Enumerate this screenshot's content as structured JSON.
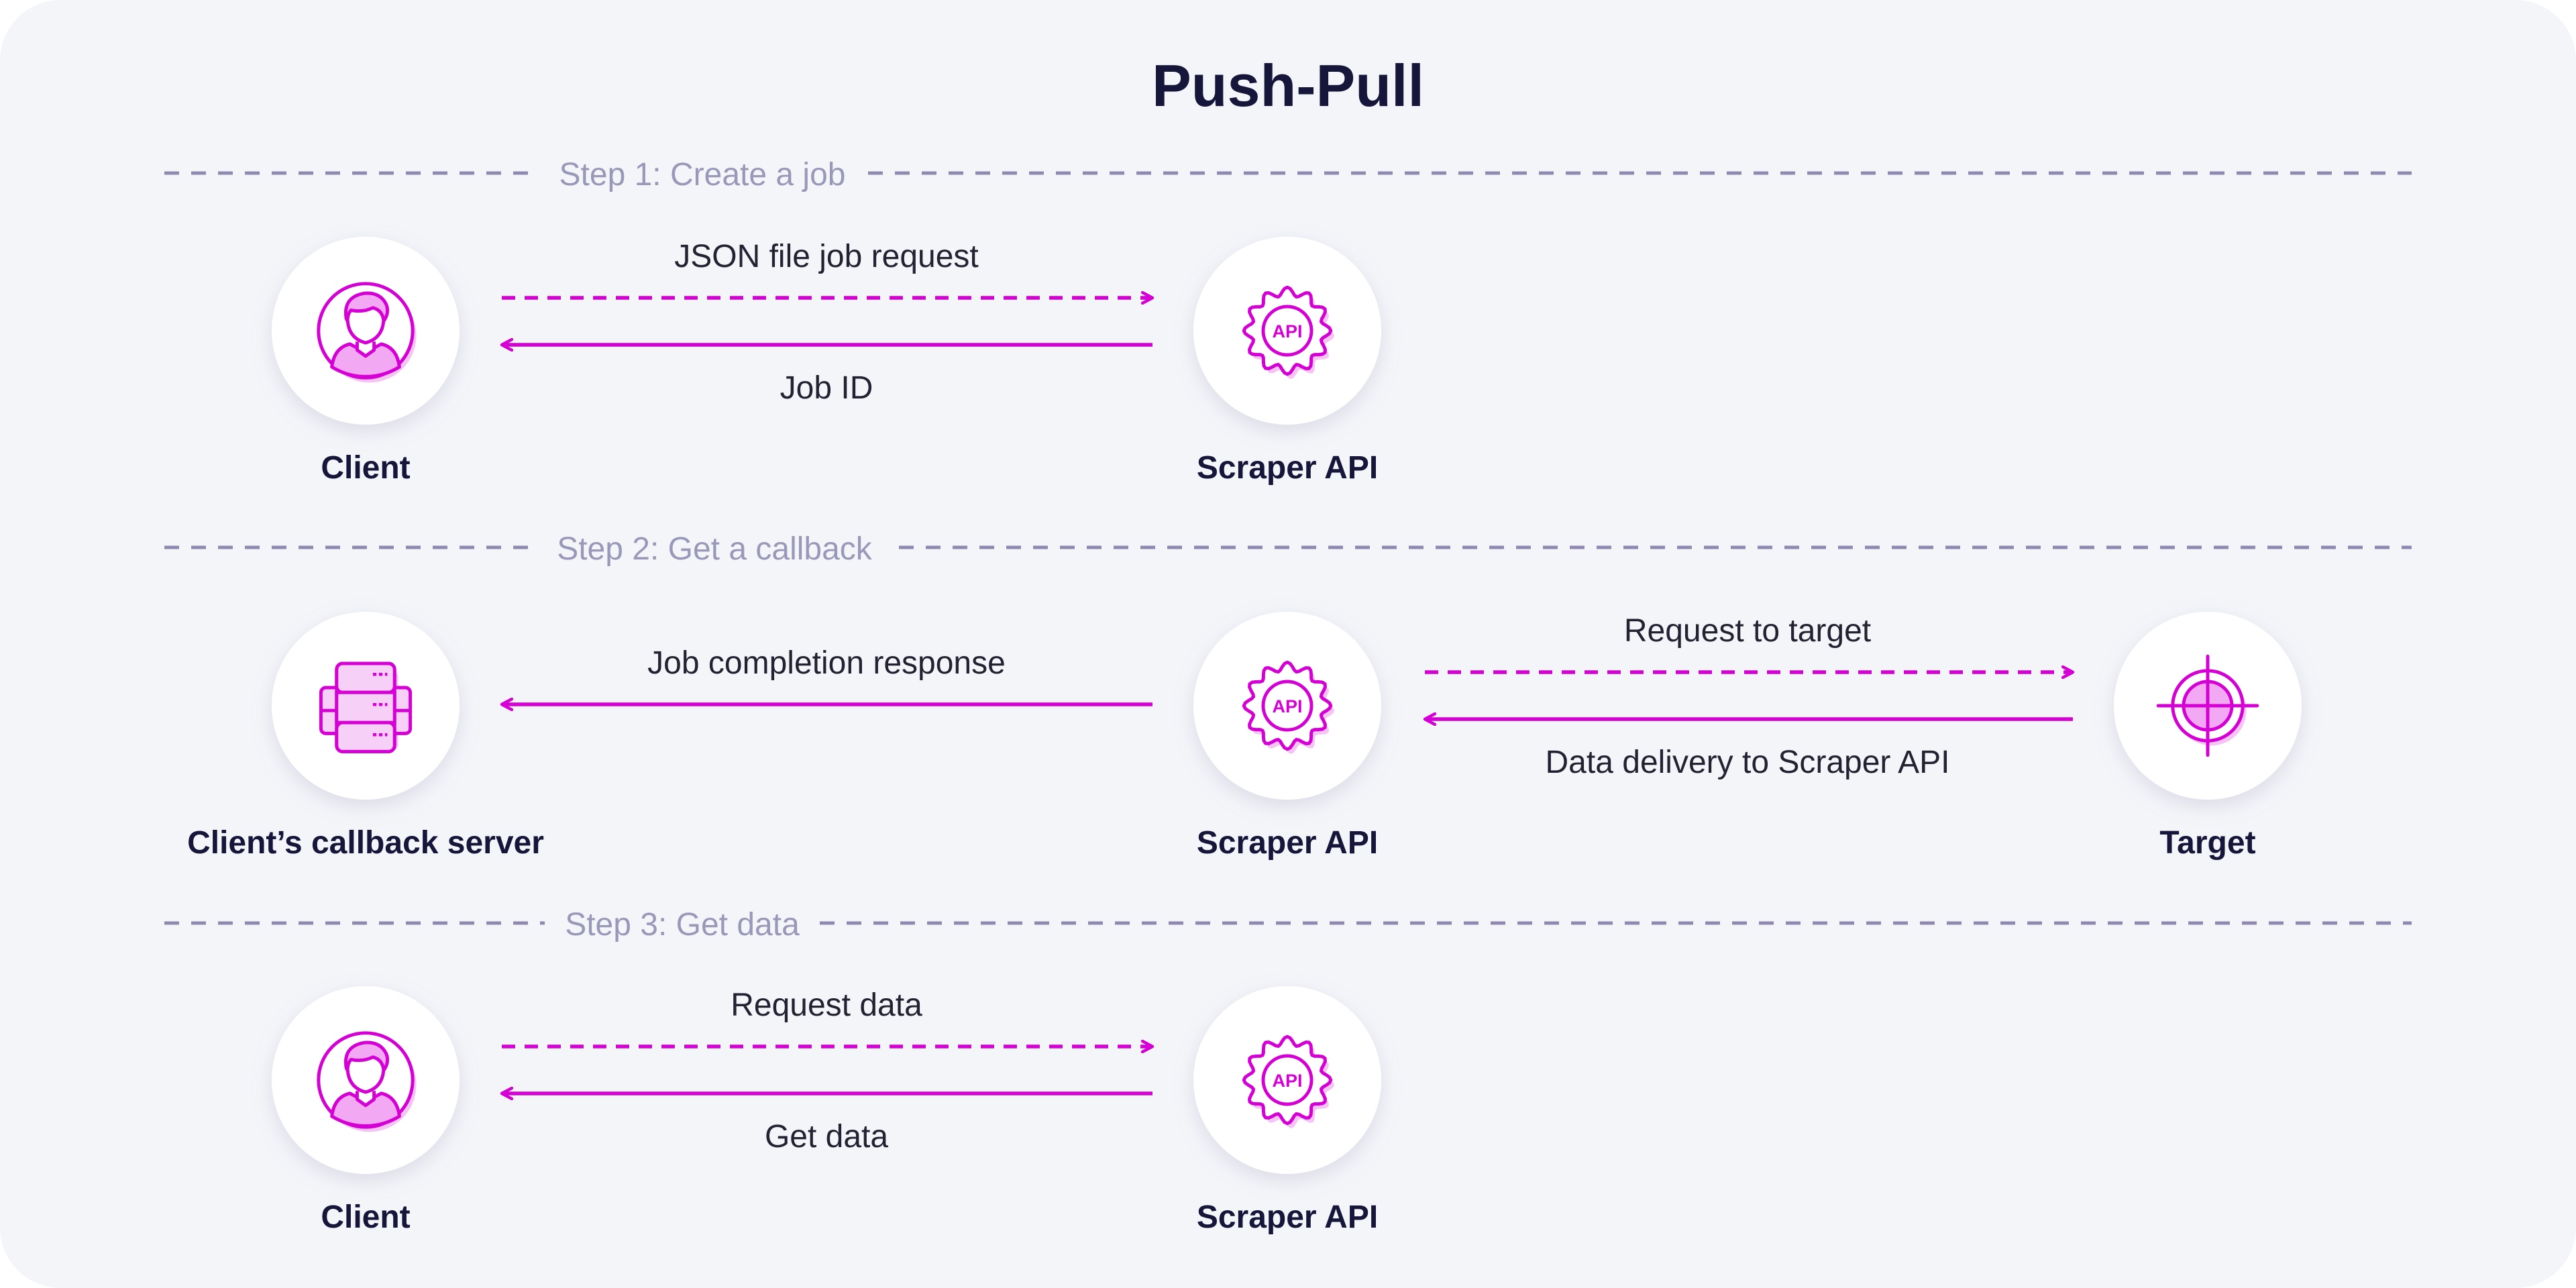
{
  "title": "Push-Pull",
  "colors": {
    "accent": "#d400d4",
    "accent_light": "#f2b6f2",
    "background": "#f4f5f9",
    "divider": "#8f88b0",
    "step_label": "#9a98b8",
    "title_text": "#16153a",
    "body_text": "#222233"
  },
  "steps": [
    {
      "label": "Step 1: Create a job",
      "nodes": [
        {
          "label": "Client",
          "icon": "user-icon"
        },
        {
          "label": "Scraper API",
          "icon": "api-gear-icon"
        }
      ],
      "arrows": [
        {
          "label": "JSON file job request",
          "style": "dashed",
          "direction": "right"
        },
        {
          "label": "Job ID",
          "style": "solid",
          "direction": "left"
        }
      ]
    },
    {
      "label": "Step 2: Get a callback",
      "nodes": [
        {
          "label": "Client’s callback server",
          "icon": "server-icon"
        },
        {
          "label": "Scraper API",
          "icon": "api-gear-icon"
        },
        {
          "label": "Target",
          "icon": "crosshair-icon"
        }
      ],
      "arrows": [
        {
          "label": "Job completion response",
          "style": "solid",
          "direction": "left"
        },
        {
          "label": "Request to target",
          "style": "dashed",
          "direction": "right"
        },
        {
          "label": "Data delivery to Scraper API",
          "style": "solid",
          "direction": "left"
        }
      ]
    },
    {
      "label": "Step 3: Get data",
      "nodes": [
        {
          "label": "Client",
          "icon": "user-icon"
        },
        {
          "label": "Scraper API",
          "icon": "api-gear-icon"
        }
      ],
      "arrows": [
        {
          "label": "Request data",
          "style": "dashed",
          "direction": "right"
        },
        {
          "label": "Get data",
          "style": "solid",
          "direction": "left"
        }
      ]
    }
  ]
}
